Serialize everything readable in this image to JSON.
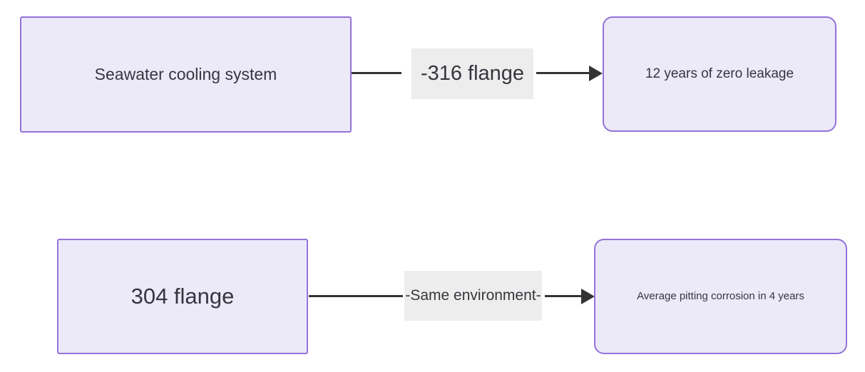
{
  "diagram": {
    "type": "flowchart",
    "nodes": {
      "a": {
        "label": "Seawater cooling system",
        "shape": "rectangle"
      },
      "b": {
        "label": "12 years of zero leakage",
        "shape": "rounded-rectangle"
      },
      "c": {
        "label": "304 flange",
        "shape": "rectangle"
      },
      "d": {
        "label": "Average pitting corrosion in 4 years",
        "shape": "rounded-rectangle"
      }
    },
    "edges": {
      "ab": {
        "from": "a",
        "to": "b",
        "label": "-316 flange",
        "arrow": "filled-right"
      },
      "cd": {
        "from": "c",
        "to": "d",
        "label": "-Same environment-",
        "arrow": "filled-right"
      }
    },
    "colors": {
      "node_fill": "#ECE9F9",
      "node_border": "#9473D9",
      "edge_line": "#333333",
      "edge_label_bg": "#EDEDED",
      "text": "#36363E",
      "background": "#FFFFFF"
    }
  }
}
